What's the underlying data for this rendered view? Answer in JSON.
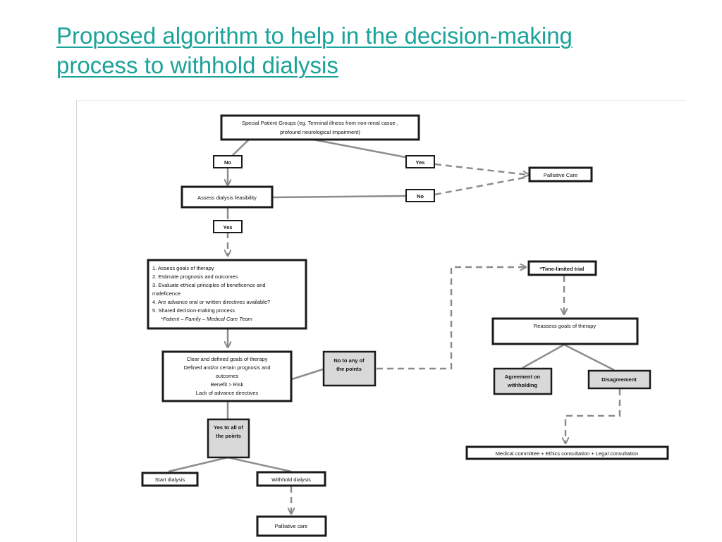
{
  "title": {
    "line1": "Proposed algorithm to help in the decision-making",
    "line2": "process to withhold dialysis"
  },
  "nodes": {
    "special": [
      "Special Patient Groups (eg. Terminal illness from non-renal casue ,",
      "profound neurological  impairment)"
    ],
    "no1": "No",
    "yes1": "Yes",
    "palliative1": "Palliative Care",
    "assess": "Assess dialysis feasibility",
    "no2": "No",
    "yes2": "Yes",
    "goals": [
      "1. Assess goals of therapy",
      "2. Estimate prognosis and outcomes",
      "3. Evaluate ethical principles of beneficence and",
      "maleficence",
      "4. Are advance oral or written directives available?",
      "5. Shared decision-making process"
    ],
    "goals_note": "*Patient – Family – Medical Care Team",
    "clear": [
      "Clear and defined goals of therapy",
      "Defined and/or certain prognosis and",
      "outcomes",
      "Benefit > Risk",
      "Lack of advance directives"
    ],
    "no_points": [
      "No to any of",
      "the points"
    ],
    "yes_points": [
      "Yes to all of",
      "the points"
    ],
    "start": "Start dialysis",
    "withhold": "Withhold dialysis",
    "palliative2": "Palliative care",
    "trial": "*Time-limited trial",
    "reassess": "Reassess goals of therapy",
    "agreement": [
      "Agreement on",
      "withholding"
    ],
    "disagreement": "Disagreement",
    "committee": "Medical committee + Ethics consultation + Legal consultation"
  }
}
